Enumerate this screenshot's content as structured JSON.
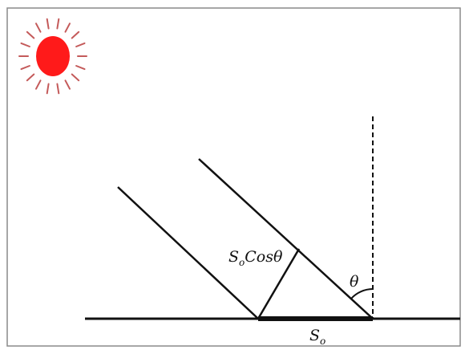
{
  "colors": {
    "frame": "#8a8a8a",
    "line": "#111111",
    "sun_fill": "#ff1a1a",
    "sun_rays": "#c45a5a",
    "background": "#ffffff"
  },
  "icons": {
    "sun": "sun-icon"
  },
  "labels": {
    "projected_flux": "S",
    "projected_flux_sub": "o",
    "projected_flux_suffix": "Cosθ",
    "angle": "θ",
    "surface_flux": "S",
    "surface_flux_sub": "o"
  }
}
